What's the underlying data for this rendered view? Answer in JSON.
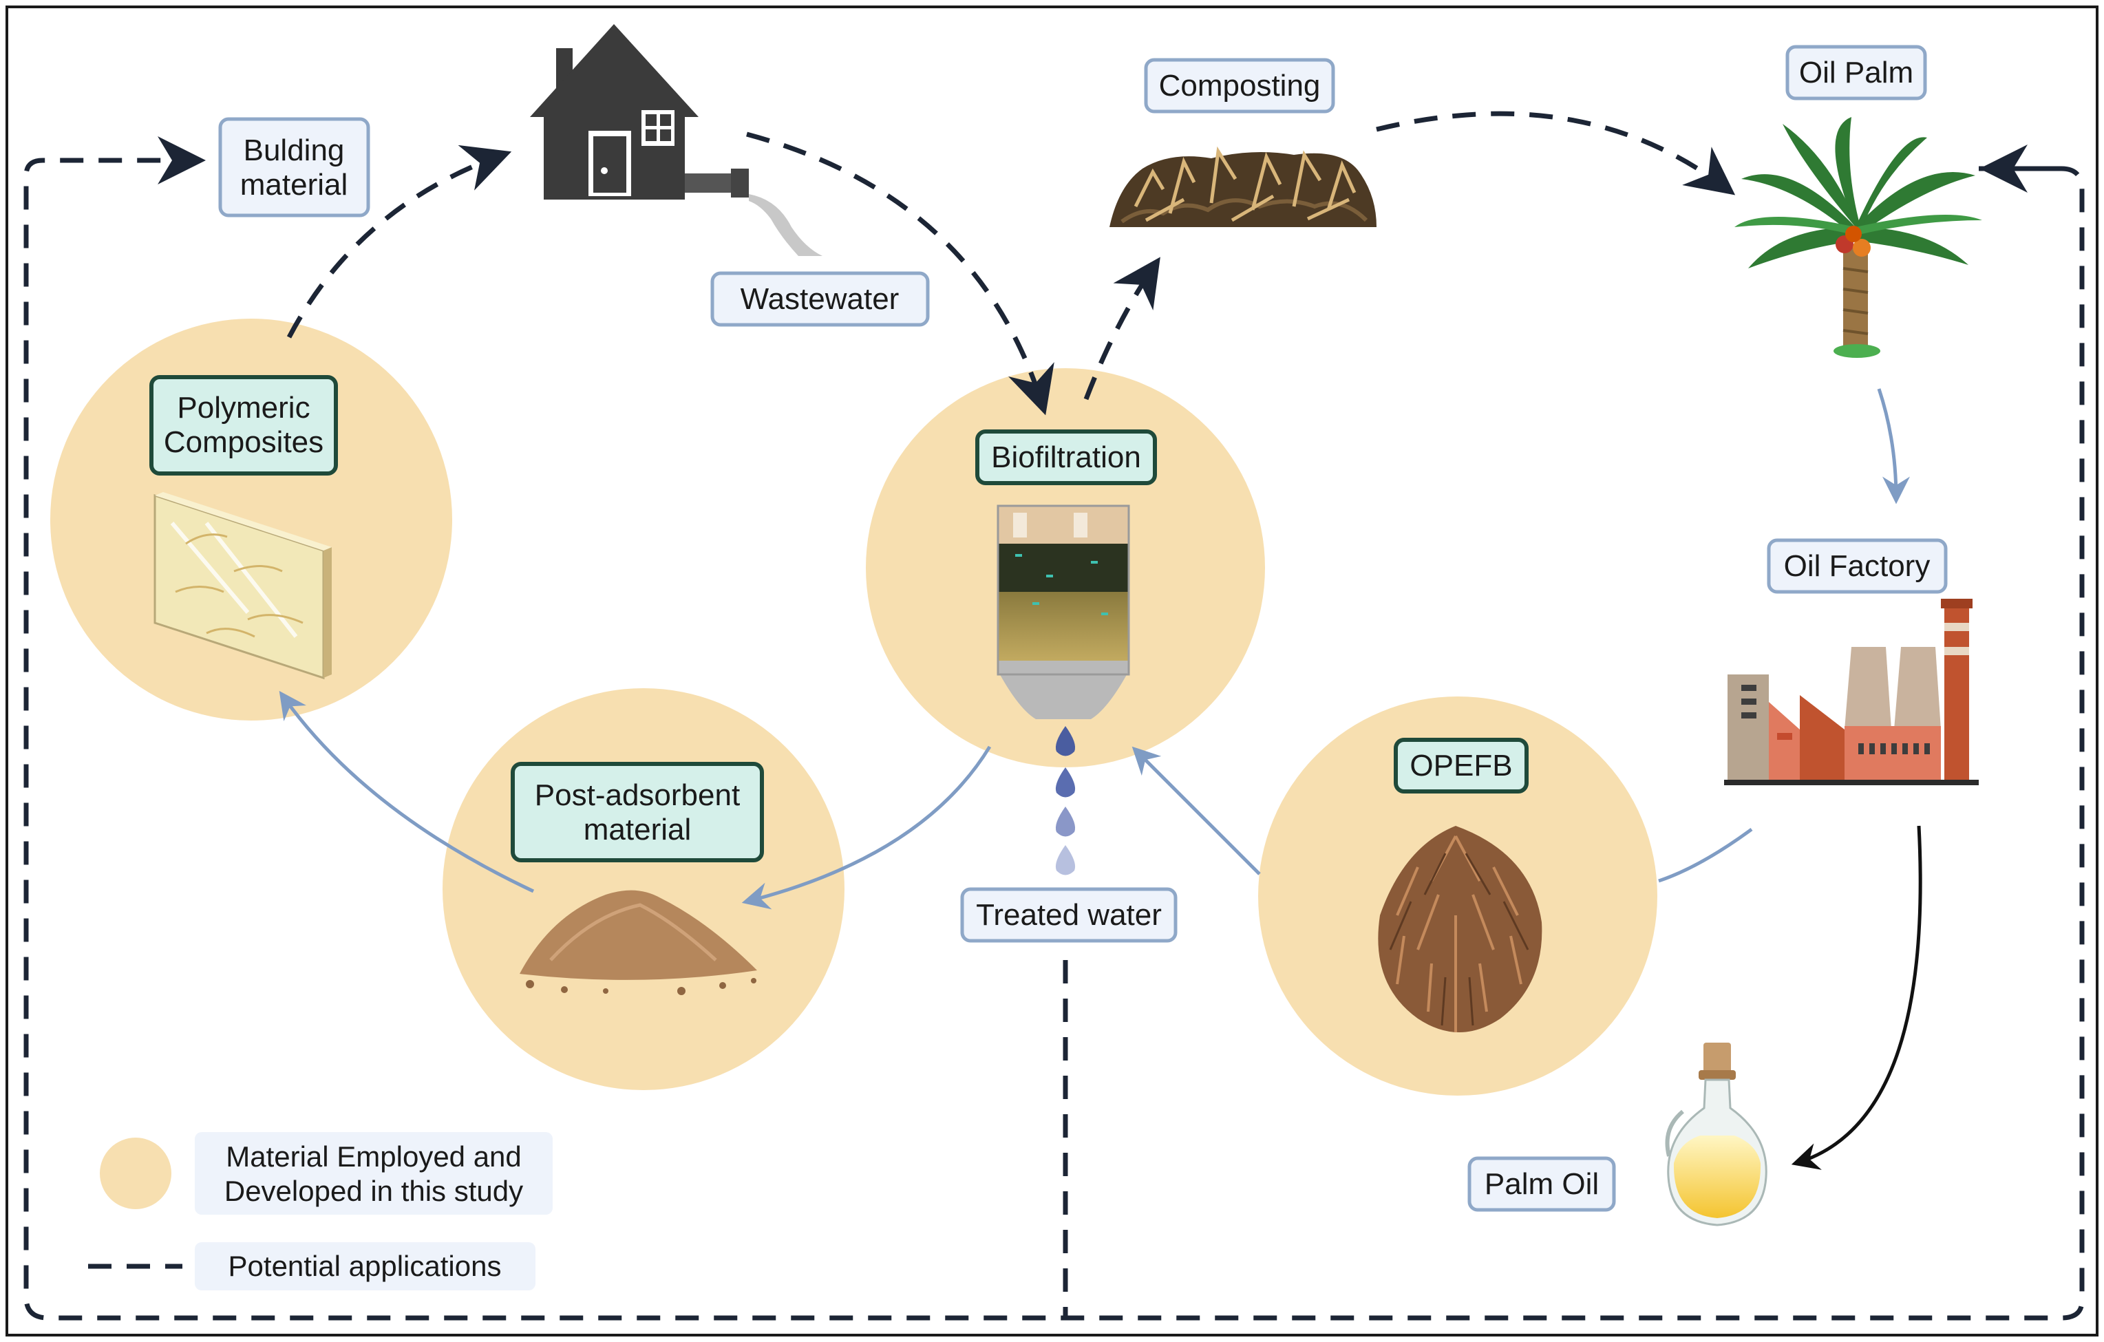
{
  "labels": {
    "building_line1": "Bulding",
    "building_line2": "material",
    "wastewater": "Wastewater",
    "composting": "Composting",
    "oil_palm": "Oil Palm",
    "oil_factory": "Oil Factory",
    "palm_oil": "Palm Oil",
    "treated_water": "Treated water",
    "polymeric_line1": "Polymeric",
    "polymeric_line2": "Composites",
    "biofiltration": "Biofiltration",
    "post_ads_line1": "Post-adsorbent",
    "post_ads_line2": "material",
    "opefb": "OPEFB"
  },
  "legend": {
    "material_line1": "Material Employed and",
    "material_line2": "Developed in this study",
    "potential": "Potential applications"
  },
  "icons": {
    "house": "house-icon",
    "wastewater_pipe": "pipe-outflow-icon",
    "compost": "compost-pile-icon",
    "palm_tree": "palm-tree-icon",
    "factory": "factory-icon",
    "oil_bottle": "oil-bottle-icon",
    "panel": "composite-panel-icon",
    "filter_column": "biofilter-column-icon",
    "sand_pile": "adsorbent-pile-icon",
    "fruit_bunch": "empty-fruit-bunch-icon",
    "droplets": "water-droplet-icon"
  },
  "colors": {
    "circle_fill": "#f7dfb0",
    "label_border_blue": "#8fa8c8",
    "label_fill_blue": "#eef3fb",
    "label_border_green": "#1f4a3a",
    "label_fill_green": "#d5f0ea",
    "arrow_solid": "#7f9cc4",
    "arrow_dashed": "#1c2535"
  }
}
